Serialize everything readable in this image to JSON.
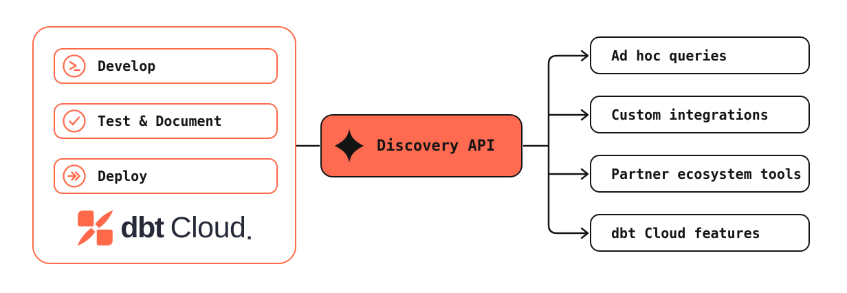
{
  "colors": {
    "accent_orange": "#FF694A",
    "hub_fill": "#FF6B50",
    "line_black": "#141414",
    "logo_navy": "#262A38",
    "background": "#FFFFFF"
  },
  "left_panel": {
    "stages": [
      {
        "label": "Develop",
        "icon": "terminal-icon"
      },
      {
        "label": "Test & Document",
        "icon": "check-circle-icon"
      },
      {
        "label": "Deploy",
        "icon": "fast-forward-icon"
      }
    ],
    "logo": {
      "brand": "dbt",
      "product": "Cloud",
      "suffix": "."
    }
  },
  "hub": {
    "label": "Discovery API",
    "icon": "sparkle-icon"
  },
  "outputs": [
    {
      "label": "Ad hoc queries"
    },
    {
      "label": "Custom integrations"
    },
    {
      "label": "Partner ecosystem tools"
    },
    {
      "label": "dbt Cloud features"
    }
  ]
}
